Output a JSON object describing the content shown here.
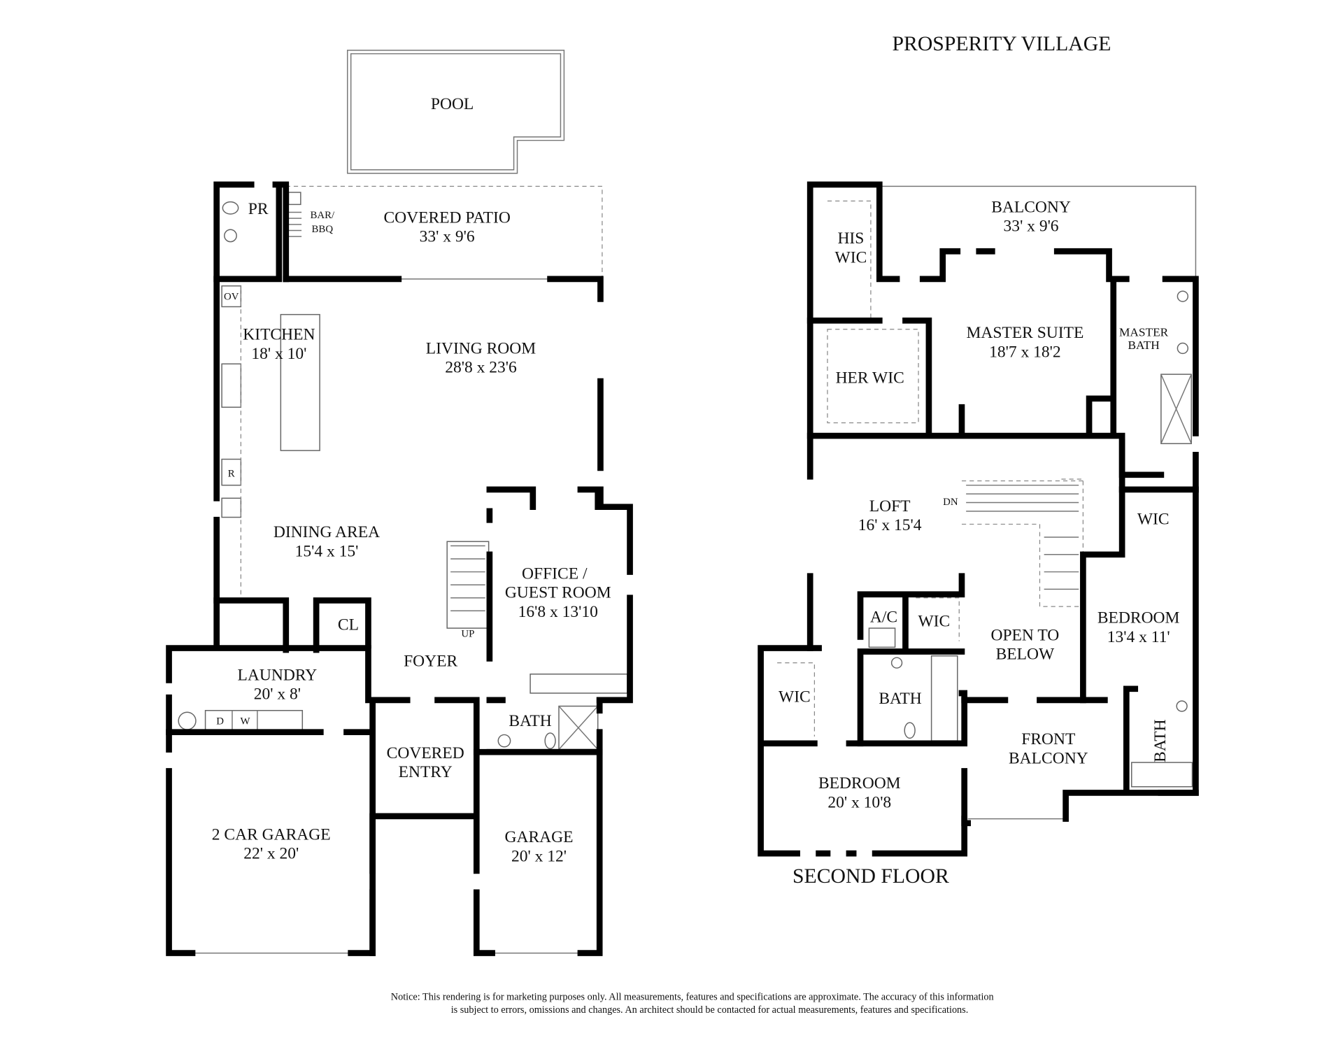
{
  "title": "PROSPERITY VILLAGE",
  "first_floor": {
    "pool": "POOL",
    "powder_room": "PR",
    "bar_bbq": [
      "BAR/",
      "BBQ"
    ],
    "covered_patio": {
      "name": "COVERED PATIO",
      "size": "33' x 9'6"
    },
    "oven": "OV",
    "kitchen": {
      "name": "KITCHEN",
      "size": "18' x 10'"
    },
    "living_room": {
      "name": "LIVING ROOM",
      "size": "28'8 x 23'6"
    },
    "refrigerator": "R",
    "dining_area": {
      "name": "DINING AREA",
      "size": "15'4 x 15'"
    },
    "office": {
      "name_line1": "OFFICE /",
      "name_line2": "GUEST ROOM",
      "size": "16'8 x 13'10"
    },
    "stairs_up": "UP",
    "closet": "CL",
    "laundry": {
      "name": "LAUNDRY",
      "size": "20' x 8'"
    },
    "dryer": "D",
    "washer": "W",
    "foyer": "FOYER",
    "bath": "BATH",
    "covered_entry": [
      "COVERED",
      "ENTRY"
    ],
    "two_car_garage": {
      "name": "2 CAR GARAGE",
      "size": "22' x 20'"
    },
    "garage": {
      "name": "GARAGE",
      "size": "20' x 12'"
    }
  },
  "second_floor": {
    "label": "SECOND FLOOR",
    "balcony": {
      "name": "BALCONY",
      "size": "33' x 9'6"
    },
    "his_wic": [
      "HIS",
      "WIC"
    ],
    "her_wic": "HER WIC",
    "master_suite": {
      "name": "MASTER SUITE",
      "size": "18'7 x 18'2"
    },
    "master_bath": [
      "MASTER",
      "BATH"
    ],
    "loft": {
      "name": "LOFT",
      "size": "16' x 15'4"
    },
    "stairs_down": "DN",
    "wic_right": "WIC",
    "open_to_below": [
      "OPEN TO",
      "BELOW"
    ],
    "bedroom_right": {
      "name": "BEDROOM",
      "size": "13'4 x 11'"
    },
    "ac": "A/C",
    "wic_center": "WIC",
    "wic_left": "WIC",
    "bath_center": "BATH",
    "bath_right": "BATH",
    "front_balcony": [
      "FRONT",
      "BALCONY"
    ],
    "bedroom_left": {
      "name": "BEDROOM",
      "size": "20' x 10'8"
    }
  },
  "notice": {
    "line1": "Notice: This rendering is for marketing purposes only. All measurements, features and specifications are approximate. The accuracy of this information",
    "line2": "is subject to errors, omissions and changes. An architect should be contacted for actual measurements, features and specifications."
  }
}
